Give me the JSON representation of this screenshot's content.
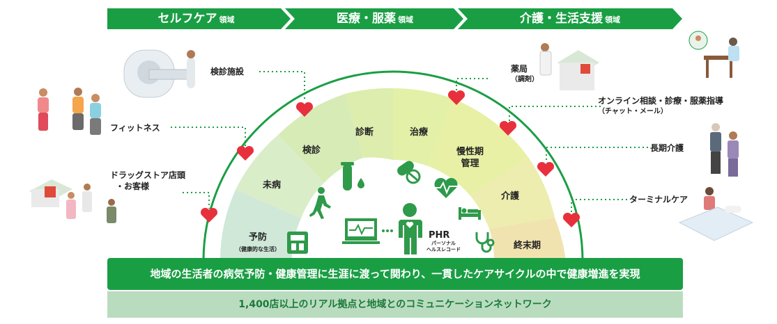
{
  "header": {
    "domains": [
      {
        "title": "セルフケア",
        "suffix": "領域"
      },
      {
        "title": "医療・服薬",
        "suffix": "領域"
      },
      {
        "title": "介護・生活支援",
        "suffix": "領域"
      }
    ]
  },
  "services_left": [
    {
      "label": "検診施設"
    },
    {
      "label": "フィットネス"
    },
    {
      "label_line1": "ドラッグストア店頭",
      "label_line2": "・お客様"
    }
  ],
  "services_right": [
    {
      "label_line1": "薬局",
      "label_line2": "（調剤）"
    },
    {
      "label_line1": "オンライン相談・診療・服薬指導",
      "label_line2": "（チャット・メール）"
    },
    {
      "label": "長期介護"
    },
    {
      "label": "ターミナルケア"
    }
  ],
  "care_stages": [
    {
      "label": "予防",
      "sub": "（健康的な生活）"
    },
    {
      "label": "未病"
    },
    {
      "label": "検診"
    },
    {
      "label": "診断"
    },
    {
      "label": "治療"
    },
    {
      "label_line1": "慢性期",
      "label_line2": "管理"
    },
    {
      "label": "介護"
    },
    {
      "label": "終末期"
    }
  ],
  "phr": {
    "label": "PHR",
    "sub_line1": "パーソナル",
    "sub_line2": "ヘルスレコード"
  },
  "footer": {
    "main": "地域の生活者の病気予防・健康管理に生涯に渡って関わり、一貫したケアサイクルの中で健康増進を実現",
    "network": "1,400店以上のリアル拠点と地域とのコミュニケーションネットワーク"
  },
  "colors": {
    "green_dark": "#1a9e44",
    "green_light": "#b9dcbf",
    "heart_red": "#e8303c",
    "arc_stroke": "#1a9e44",
    "icon_green": "#2e9a4a"
  }
}
